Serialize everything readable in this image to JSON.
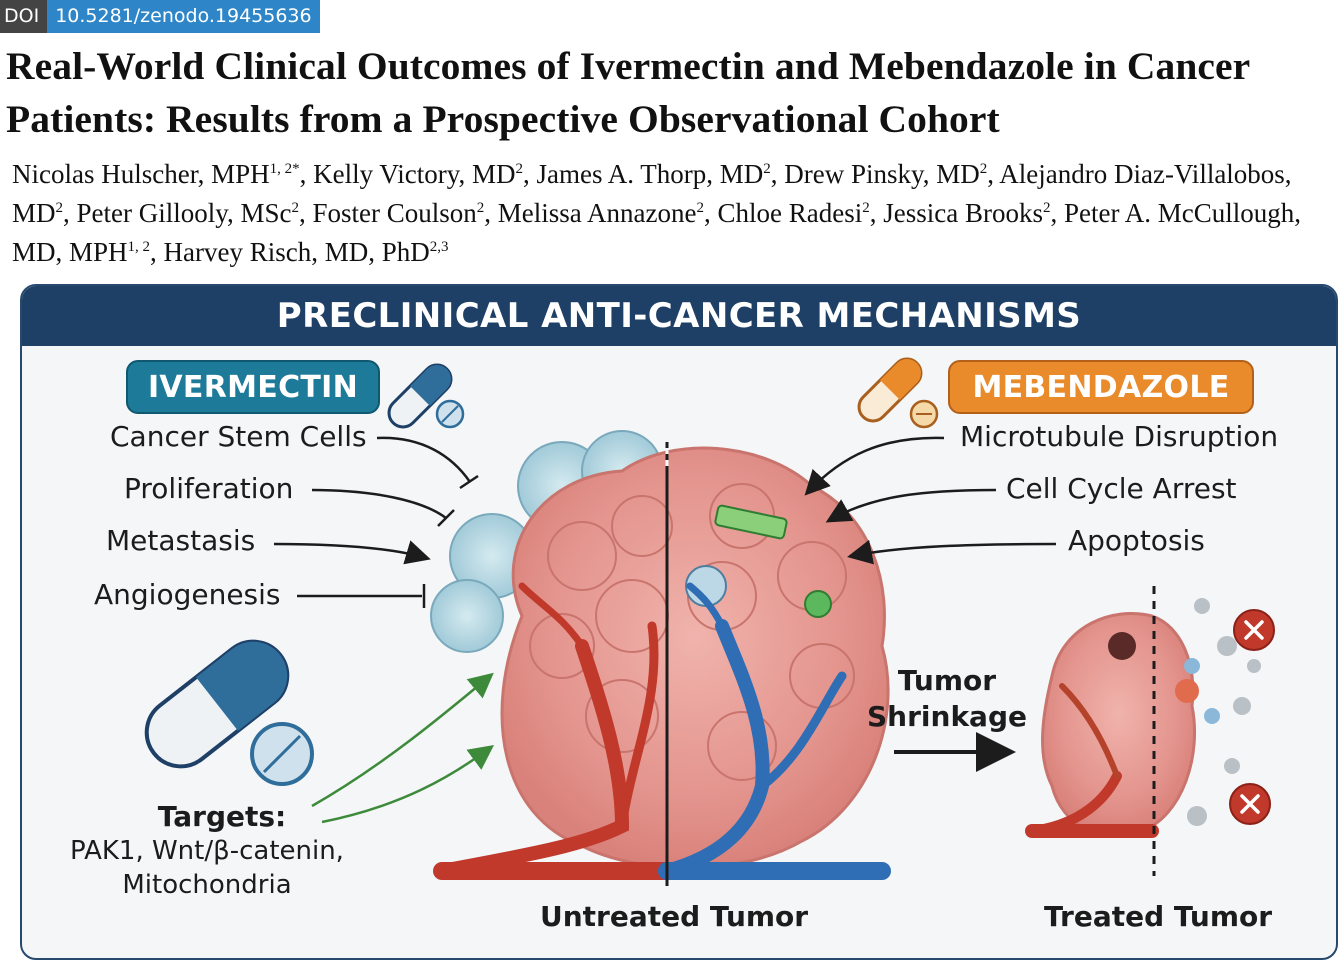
{
  "doi": {
    "tag": "DOI",
    "number": "10.5281/zenodo.19455636"
  },
  "title": "Real-World Clinical Outcomes of Ivermectin and Mebendazole in Cancer Patients: Results from a Prospective Observational Cohort",
  "authors": [
    {
      "name": "Nicolas Hulscher, MPH",
      "sup": "1, 2*",
      "sep": ", "
    },
    {
      "name": "Kelly Victory, MD",
      "sup": "2",
      "sep": ", "
    },
    {
      "name": "James A. Thorp, MD",
      "sup": "2",
      "sep": ", "
    },
    {
      "name": "Drew Pinsky, MD",
      "sup": "2",
      "sep": ", "
    },
    {
      "name": "Alejandro Diaz-Villalobos, MD",
      "sup": "2",
      "sep": ", "
    },
    {
      "name": "Peter Gillooly, MSc",
      "sup": "2",
      "sep": ", "
    },
    {
      "name": "Foster Coulson",
      "sup": "2",
      "sep": ", "
    },
    {
      "name": "Melissa Annazone",
      "sup": "2",
      "sep": ", "
    },
    {
      "name": "Chloe Radesi",
      "sup": "2",
      "sep": ", "
    },
    {
      "name": "Jessica Brooks",
      "sup": "2",
      "sep": ", "
    },
    {
      "name": "Peter A. McCullough, MD, MPH",
      "sup": "1, 2",
      "sep": ", "
    },
    {
      "name": "Harvey Risch, MD, PhD",
      "sup": "2,3",
      "sep": ""
    }
  ],
  "figure": {
    "heading": "PRECLINICAL ANTI-CANCER MECHANISMS",
    "ivermectin": {
      "label": "IVERMECTIN",
      "mechanisms": [
        "Cancer Stem Cells",
        "Proliferation",
        "Metastasis",
        "Angiogenesis"
      ],
      "targets_heading": "Targets:",
      "targets_line1": "PAK1, Wnt/β-catenin,",
      "targets_line2": "Mitochondria"
    },
    "mebendazole": {
      "label": "MEBENDAZOLE",
      "mechanisms": [
        "Microtubule Disruption",
        "Cell Cycle Arrest",
        "Apoptosis"
      ]
    },
    "shrinkage_line1": "Tumor",
    "shrinkage_line2": "Shrinkage",
    "untreated_label": "Untreated Tumor",
    "treated_label": "Treated Tumor"
  },
  "colors": {
    "header_navy": "#1e3f66",
    "ivermectin_teal": "#1d7a99",
    "mebendazole_orange": "#e98a2b",
    "tumor_pink": "#e59a94",
    "vessel_red": "#c0392b",
    "vessel_blue": "#2f6db5",
    "arrow_green": "#3d8a3a"
  },
  "icons": [
    "ivermectin-capsule-icon",
    "mebendazole-capsule-icon",
    "cross-icon"
  ]
}
